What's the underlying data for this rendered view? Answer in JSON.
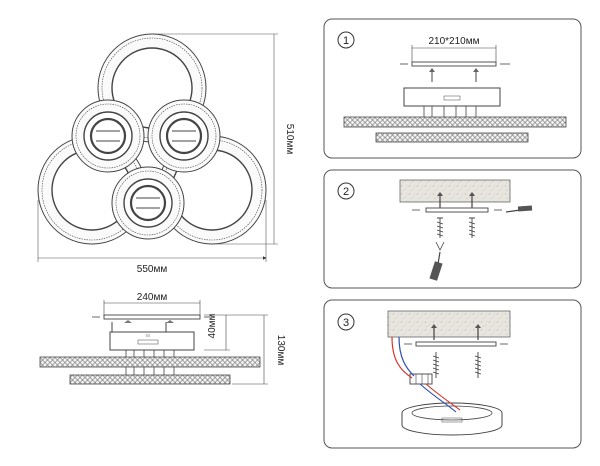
{
  "dimensions": {
    "width": "550мм",
    "height": "510мм",
    "mount_plate": "210*210мм",
    "base_width": "240мм",
    "base_height": "40мм",
    "total_height": "130мм"
  },
  "steps": [
    {
      "number": "1"
    },
    {
      "number": "2"
    },
    {
      "number": "3"
    }
  ],
  "colors": {
    "wire_red": "#d9342b",
    "wire_blue": "#2a4fb5",
    "line": "#444444",
    "ceiling": "#e9e6df"
  }
}
